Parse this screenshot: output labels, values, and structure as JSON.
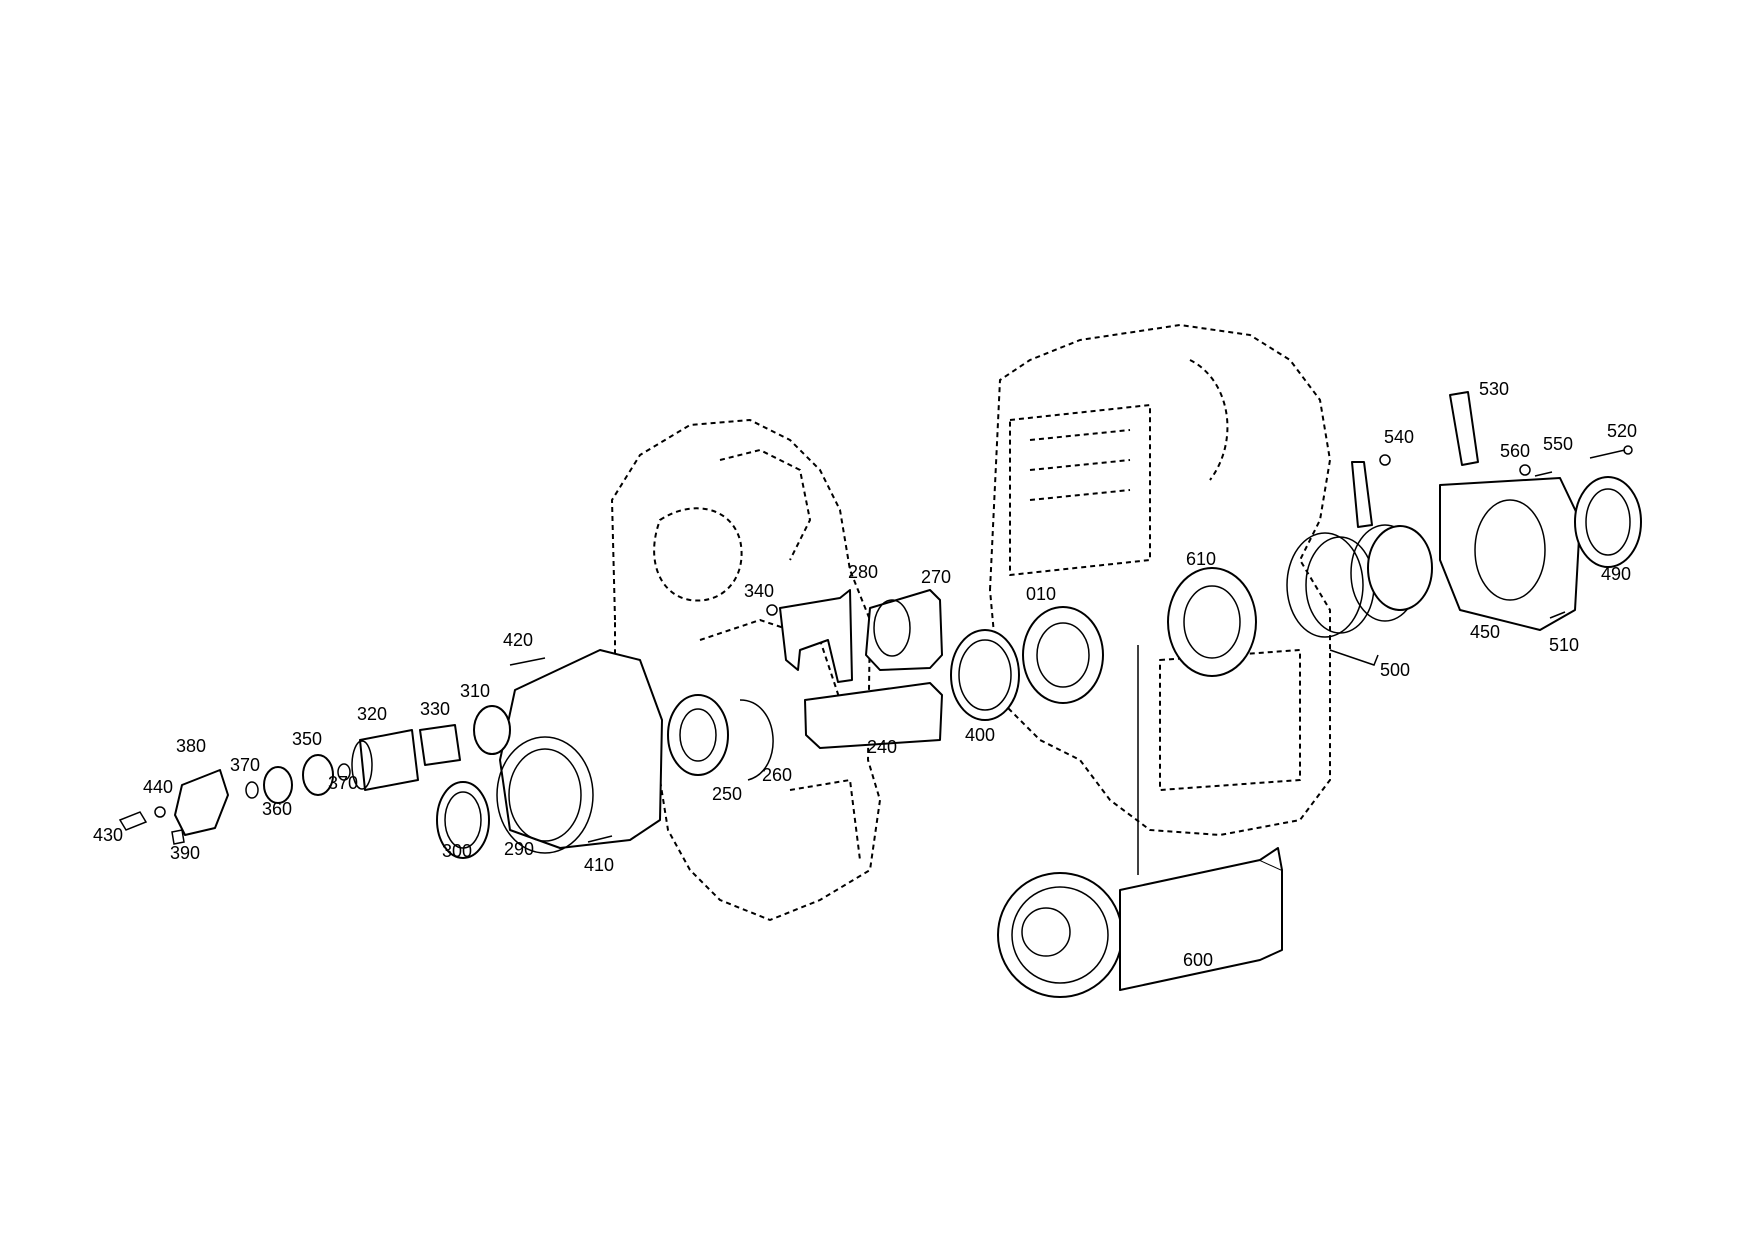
{
  "callouts": [
    {
      "id": "010",
      "text": "010"
    },
    {
      "id": "240",
      "text": "240"
    },
    {
      "id": "250",
      "text": "250"
    },
    {
      "id": "260",
      "text": "260"
    },
    {
      "id": "270",
      "text": "270"
    },
    {
      "id": "280",
      "text": "280"
    },
    {
      "id": "290",
      "text": "290"
    },
    {
      "id": "300",
      "text": "300"
    },
    {
      "id": "310",
      "text": "310"
    },
    {
      "id": "320",
      "text": "320"
    },
    {
      "id": "330",
      "text": "330"
    },
    {
      "id": "340",
      "text": "340"
    },
    {
      "id": "350",
      "text": "350"
    },
    {
      "id": "360",
      "text": "360"
    },
    {
      "id": "370a",
      "text": "370"
    },
    {
      "id": "370b",
      "text": "370"
    },
    {
      "id": "380",
      "text": "380"
    },
    {
      "id": "390",
      "text": "390"
    },
    {
      "id": "400",
      "text": "400"
    },
    {
      "id": "410",
      "text": "410"
    },
    {
      "id": "420",
      "text": "420"
    },
    {
      "id": "430",
      "text": "430"
    },
    {
      "id": "440",
      "text": "440"
    },
    {
      "id": "450",
      "text": "450"
    },
    {
      "id": "490",
      "text": "490"
    },
    {
      "id": "500",
      "text": "500"
    },
    {
      "id": "510",
      "text": "510"
    },
    {
      "id": "520",
      "text": "520"
    },
    {
      "id": "530",
      "text": "530"
    },
    {
      "id": "540",
      "text": "540"
    },
    {
      "id": "550",
      "text": "550"
    },
    {
      "id": "560",
      "text": "560"
    },
    {
      "id": "600",
      "text": "600"
    },
    {
      "id": "610",
      "text": "610"
    }
  ]
}
